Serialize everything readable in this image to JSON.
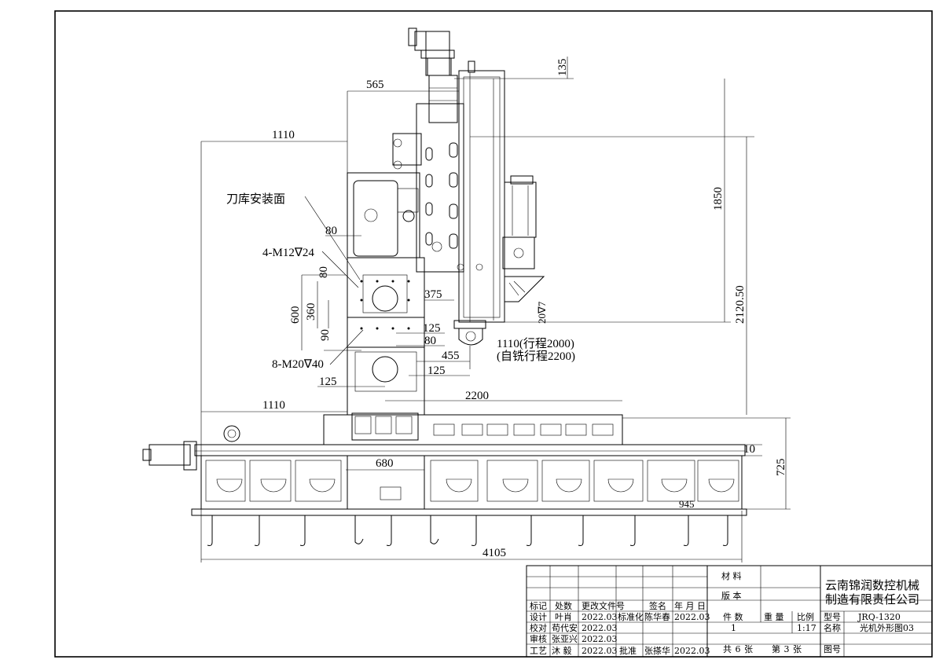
{
  "dimensions": {
    "d135": "135",
    "d565": "565",
    "d1110_top": "1110",
    "d1850": "1850",
    "d80_a": "80",
    "d80_b": "80",
    "d600": "600",
    "d360": "360",
    "d90": "90",
    "d375": "375",
    "d20": "20∇7",
    "d2120": "2120.50",
    "d125_a": "125",
    "d80_c": "80",
    "d455": "455",
    "d125_b": "125",
    "d125_c": "125",
    "d2200": "2200",
    "d1110_mid": "1110",
    "d680": "680",
    "d10": "10",
    "d725": "725",
    "d945": "945",
    "d4105": "4105",
    "travel_1": "1110(行程2000)",
    "travel_2": "(自铣行程2200)"
  },
  "labels": {
    "tool_mount": "刀库安装面",
    "m12": "4-M12∇24",
    "m20": "8-M20∇40"
  },
  "title_block": {
    "material": "材 料",
    "version": "版 本",
    "company_line1": "云南锦润数控机械",
    "company_line2": "制造有限责任公司",
    "h_mark": "标记",
    "h_count": "处数",
    "h_change": "更改文件号",
    "h_sign": "签名",
    "h_date": "年 月 日",
    "r_design": "设计",
    "r_design_name": "叶肖",
    "r_design_date": "2022.03",
    "r_std": "标准化",
    "r_std_name": "陈华春",
    "r_std_date": "2022.03",
    "r_check": "校对",
    "r_check_name": "苟代安",
    "r_check_date": "2022.03",
    "r_review": "审核",
    "r_review_name": "张亚兴",
    "r_review_date": "2022.03",
    "r_process": "工艺",
    "r_process_name": "沐 毅",
    "r_process_date": "2022.03",
    "r_approve": "批准",
    "r_approve_name": "张搽华",
    "r_approve_date": "2022.03",
    "pieces": "件 数",
    "weight": "重 量",
    "ratio": "比例",
    "model_label": "型号",
    "model_value": "JRQ-1320",
    "pieces_value": "1",
    "ratio_value": "1:17",
    "name_label": "名称",
    "name_value": "光机外形图03",
    "sheets": "共 6 张",
    "sheet_no": "第 3 张",
    "drawing_no": "图号"
  }
}
